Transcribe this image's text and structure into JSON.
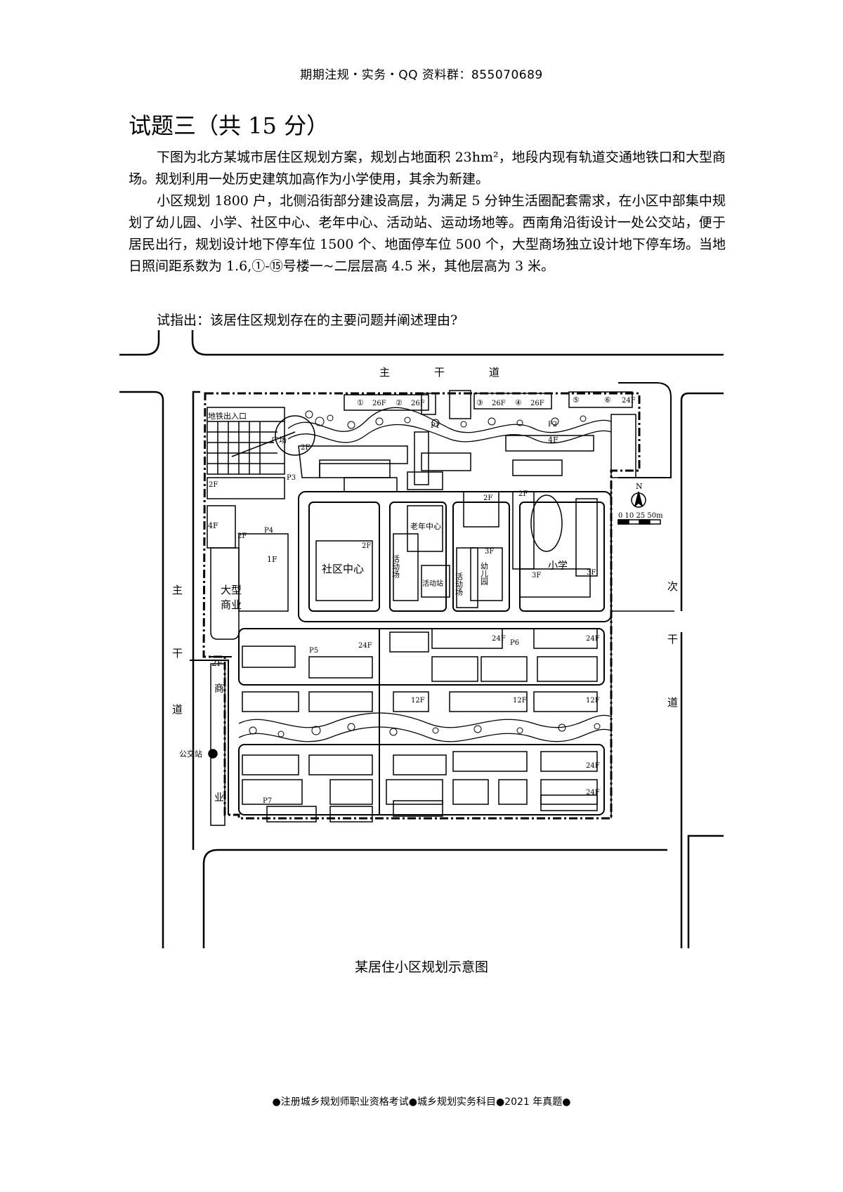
{
  "header": "期期注规・实务・QQ 资料群：855070689",
  "question": {
    "title": "试题三（共 15 分）",
    "paragraph1": "下图为北方某城市居住区规划方案，规划占地面积 23hm²，地段内现有轨道交通地铁口和大型商场。规划利用一处历史建筑加高作为小学使用，其余为新建。",
    "paragraph2": "小区规划 1800 户，北侧沿街部分建设高层，为满足 5 分钟生活圈配套需求，在小区中部集中规划了幼儿园、小学、社区中心、老年中心、活动站、运动场地等。西南角沿街设计一处公交站，便于居民出行，规划设计地下停车位 1500 个、地面停车位 500 个，大型商场独立设计地下停车场。当地日照间距系数为 1.6,①-⑮号楼一~二层层高 4.5 米，其他层高为 3 米。",
    "prompt": "试指出：该居住区规划存在的主要问题并阐述理由?"
  },
  "map": {
    "roads": {
      "north": [
        "主",
        "干",
        "道"
      ],
      "west": [
        "主",
        "干",
        "道"
      ],
      "east": [
        "次",
        "干",
        "道"
      ]
    },
    "labels": {
      "subway_entrance": "地铁出入口",
      "plaza": "广场",
      "mall_line1": "大型",
      "mall_line2": "商业",
      "community_center": "社区中心",
      "elderly_center": "老年中心",
      "activity_field": "活动场",
      "activity_station": "活动站",
      "kindergarten": "幼儿园",
      "school": "小学",
      "shop_top": "商",
      "shop_bottom": "业",
      "bus_stop": "公交站"
    },
    "floor_tags": {
      "f2": "2F",
      "f3": "3F",
      "f4": "4F",
      "f1": "1F",
      "f26": "26F",
      "f24": "24F",
      "f12": "12F"
    },
    "parking": [
      "P1",
      "P2",
      "P3",
      "P4",
      "P5",
      "P6",
      "P7"
    ],
    "building_numbers": [
      "①",
      "②",
      "③",
      "④",
      "⑤",
      "⑥"
    ],
    "scale": {
      "north": "N",
      "ticks": "0 10 25 50m"
    }
  },
  "caption": "某居住小区规划示意图",
  "footer": "●注册城乡规划师职业资格考试●城乡规划实务科目●2021 年真题●"
}
